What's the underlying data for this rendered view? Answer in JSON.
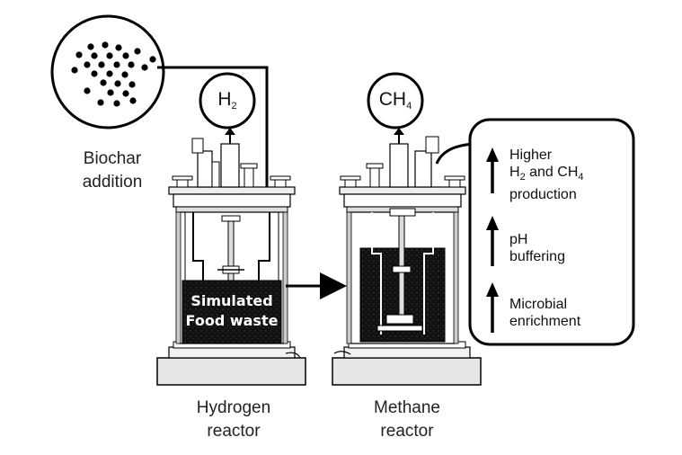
{
  "biochar": {
    "line1": "Biochar",
    "line2": "addition"
  },
  "gases": {
    "h2": {
      "base": "H",
      "sub": "2"
    },
    "ch4": {
      "base": "CH",
      "sub": "4"
    }
  },
  "food_waste": {
    "line1": "Simulated",
    "line2": "Food waste"
  },
  "reactors": {
    "hydrogen": {
      "line1": "Hydrogen",
      "line2": "reactor"
    },
    "methane": {
      "line1": "Methane",
      "line2": "reactor"
    }
  },
  "effects": {
    "higher": {
      "line1": "Higher",
      "line2a": "H",
      "line2sub": "2",
      "line2b": " and CH",
      "line2sub2": "4",
      "line3": "production"
    },
    "ph": {
      "line1": "pH",
      "line2": "buffering"
    },
    "microbial": {
      "line1": "Microbial",
      "line2": "enrichment"
    }
  }
}
